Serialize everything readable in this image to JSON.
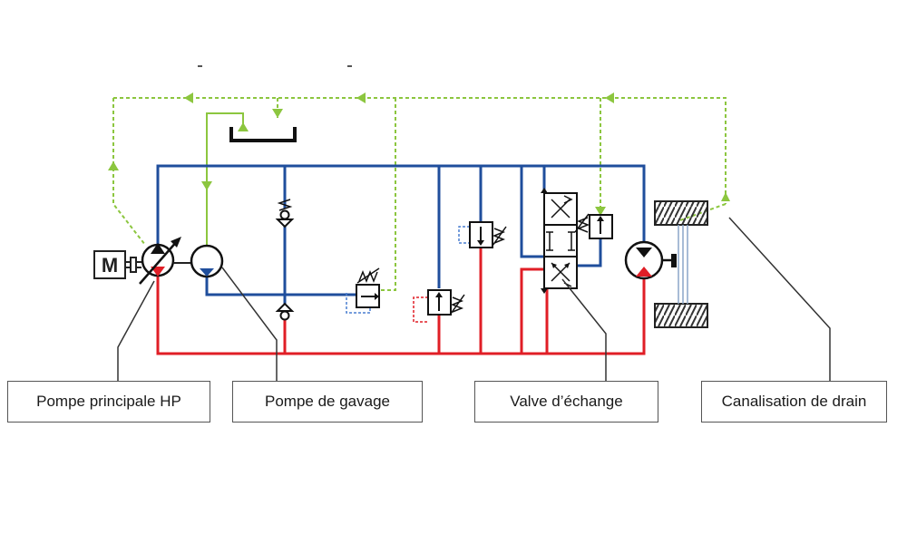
{
  "motor_label": "M",
  "callouts": {
    "main_pump": "Pompe principale HP",
    "boost_pump": "Pompe de gavage",
    "exchange_valve": "Valve d’échange",
    "drain_line": "Canalisation de drain"
  },
  "colors": {
    "low_pressure_line": "#1f4e9c",
    "high_pressure_line": "#e01e26",
    "drain_line": "#8cc63f",
    "pilot_line": "#4a7fd0"
  },
  "icons": [
    "motor-icon",
    "variable-pump-icon",
    "boost-pump-icon",
    "tank-icon",
    "check-valve-icon",
    "relief-valve-icon",
    "directional-valve-icon",
    "hydraulic-motor-icon",
    "wheel-icon"
  ]
}
